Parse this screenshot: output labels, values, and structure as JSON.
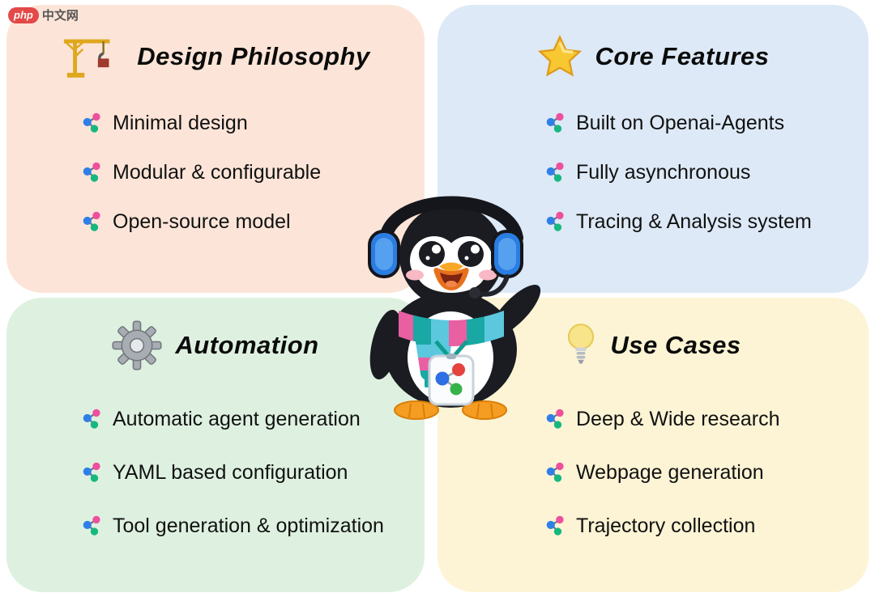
{
  "watermark": {
    "logo": "php",
    "text": "中文网"
  },
  "mascot": {
    "name": "penguin-mascot"
  },
  "bullet_icon": "molecule-logo-icon",
  "colors": {
    "bullet_pink": "#ef4f9e",
    "bullet_blue": "#2f7fe8",
    "bullet_green": "#16b87f",
    "watermark_pill": "#e23b3b"
  },
  "quadrants": [
    {
      "title": "Design Philosophy",
      "icon": "crane-icon",
      "bg": "#fce5d8",
      "items": [
        "Minimal design",
        "Modular & configurable",
        "Open-source model"
      ]
    },
    {
      "title": "Core Features",
      "icon": "star-icon",
      "bg": "#dde9f6",
      "items": [
        "Built on Openai-Agents",
        "Fully asynchronous",
        "Tracing & Analysis system"
      ]
    },
    {
      "title": "Automation",
      "icon": "gear-icon",
      "bg": "#def1e0",
      "items": [
        "Automatic agent generation",
        "YAML based configuration",
        "Tool generation & optimization"
      ]
    },
    {
      "title": "Use Cases",
      "icon": "lightbulb-icon",
      "bg": "#fcf4d4",
      "items": [
        "Deep & Wide research",
        "Webpage generation",
        "Trajectory collection"
      ]
    }
  ]
}
